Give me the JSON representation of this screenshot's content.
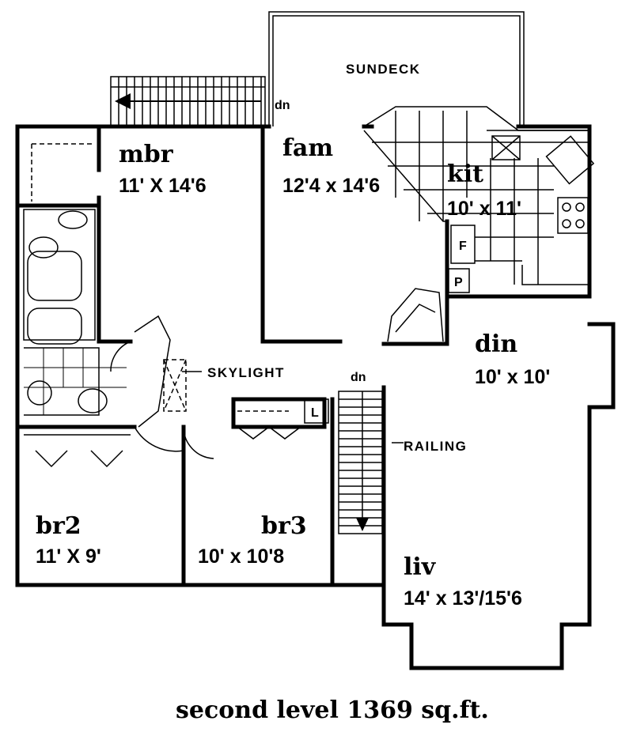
{
  "plan": {
    "caption": "second level 1369 sq.ft.",
    "labels": {
      "sundeck": "SUNDECK",
      "dn_deck": "dn",
      "skylight": "SKYLIGHT",
      "dn_stair": "dn",
      "railing": "RAILING",
      "linen": "L",
      "fridge": "F",
      "pantry": "P"
    },
    "rooms": [
      {
        "name": "mbr",
        "size": "11' X 14'6"
      },
      {
        "name": "fam",
        "size": "12'4 x 14'6"
      },
      {
        "name": "kit",
        "size": "10' x 11'"
      },
      {
        "name": "din",
        "size": "10' x 10'"
      },
      {
        "name": "br2",
        "size": "11' X 9'"
      },
      {
        "name": "br3",
        "size": "10' x 10'8"
      },
      {
        "name": "liv",
        "size": "14' x 13'/15'6"
      }
    ]
  }
}
